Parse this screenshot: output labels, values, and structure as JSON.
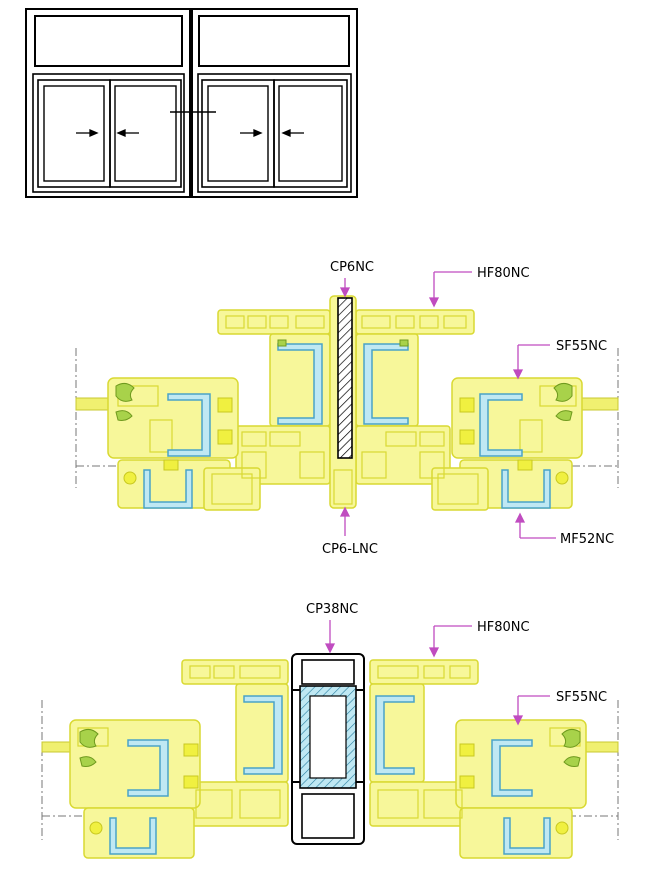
{
  "labels": {
    "d1_top": "CP6NC",
    "d1_right_top": "HF80NC",
    "d1_right_mid": "SF55NC",
    "d1_bottom": "CP6-LNC",
    "d1_right_bottom": "MF52NC",
    "d2_top": "CP38NC",
    "d2_right_top": "HF80NC",
    "d2_right_mid": "SF55NC"
  },
  "colors": {
    "profile": "#f7f79a",
    "profile_line": "#d9d932",
    "reinforcement": "#bfe8f3",
    "reinforcement_line": "#4aa3c7",
    "gasket": "#a8d24a",
    "leader": "#c04cc0",
    "glass": "#f0f070"
  }
}
